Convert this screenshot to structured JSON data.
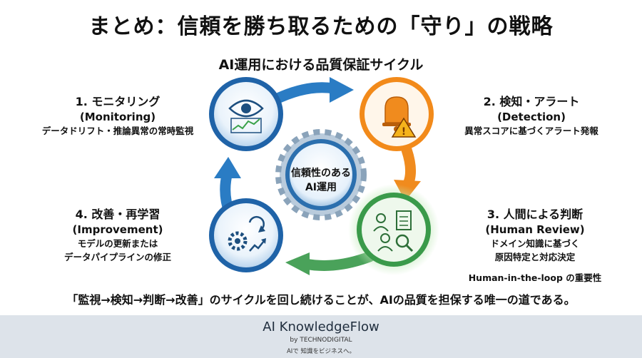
{
  "title": "まとめ：信頼を勝ち取るための「守り」の戦略",
  "subtitle": "AI運用における品質保証サイクル",
  "center": {
    "line1": "信頼性のある",
    "line2": "AI運用"
  },
  "steps": [
    {
      "title": "1. モニタリング",
      "subtitle": "(Monitoring)",
      "desc": [
        "データドリフト・推論異常の常時監視"
      ]
    },
    {
      "title": "2. 検知・アラート",
      "subtitle": "(Detection)",
      "desc": [
        "異常スコアに基づくアラート発報"
      ]
    },
    {
      "title": "3. 人間による判断",
      "subtitle": "(Human Review)",
      "desc": [
        "ドメイン知識に基づく",
        "原因特定と対応決定"
      ],
      "extra": "Human-in-the-loop の重要性"
    },
    {
      "title": "4. 改善・再学習",
      "subtitle": "(Improvement)",
      "desc": [
        "モデルの更新または",
        "データパイプラインの修正"
      ]
    }
  ],
  "conclusion": "「監視→検知→判断→改善」のサイクルを回し続けることが、AIの品質を担保する唯一の道である。",
  "footer": {
    "brand": "AI KnowledgeFlow",
    "by": "by TECHNODIGITAL",
    "tagline": "AIで 知識をビジネスへ。"
  },
  "colors": {
    "blue": "#1f6fb5",
    "orange": "#f28a1a",
    "green": "#3a9a4a",
    "navy": "#1f2d3d"
  },
  "icons": [
    "eye-chart-icon",
    "alarm-bell-icon",
    "human-review-icon",
    "gears-refresh-icon",
    "center-gear-icon"
  ]
}
